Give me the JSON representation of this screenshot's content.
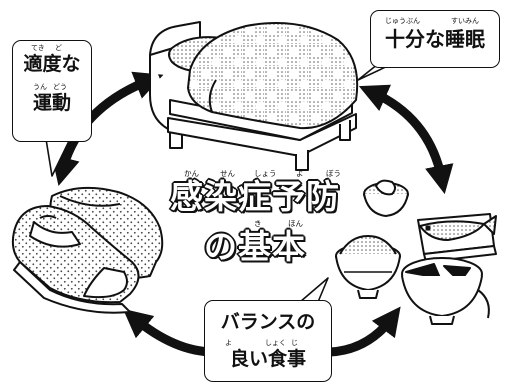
{
  "diagram": {
    "title_line1": "感染症予防",
    "title_line1_ruby": [
      "かん",
      "せん",
      "しょう",
      "よ",
      "ぼう"
    ],
    "title_line2": "の基本",
    "title_line2_ruby": [
      "き",
      "ほん"
    ],
    "nodes": [
      {
        "id": "sleep",
        "ruby": [
          "じゅうぶん",
          "すいみん"
        ],
        "label": "十分な睡眠",
        "illustration": "bed-icon"
      },
      {
        "id": "exercise",
        "ruby_line1": [
          "てき",
          "ど"
        ],
        "label_line1": "適度な",
        "ruby_line2": [
          "うん",
          "どう"
        ],
        "label_line2": "運動",
        "illustration": "sneakers-icon"
      },
      {
        "id": "food",
        "label_line1": "バランスの",
        "ruby_line2": [
          "よ",
          "しょく",
          "じ"
        ],
        "label_line2": "良い食事",
        "illustration": "meal-icon"
      }
    ],
    "edges": [
      {
        "from": "exercise",
        "to": "sleep",
        "style": "double-headed"
      },
      {
        "from": "sleep",
        "to": "food",
        "style": "double-headed"
      },
      {
        "from": "food",
        "to": "exercise",
        "style": "double-headed"
      }
    ],
    "colors": {
      "ink": "#111111",
      "paper": "#ffffff",
      "tone": "#8c8c8c"
    }
  }
}
